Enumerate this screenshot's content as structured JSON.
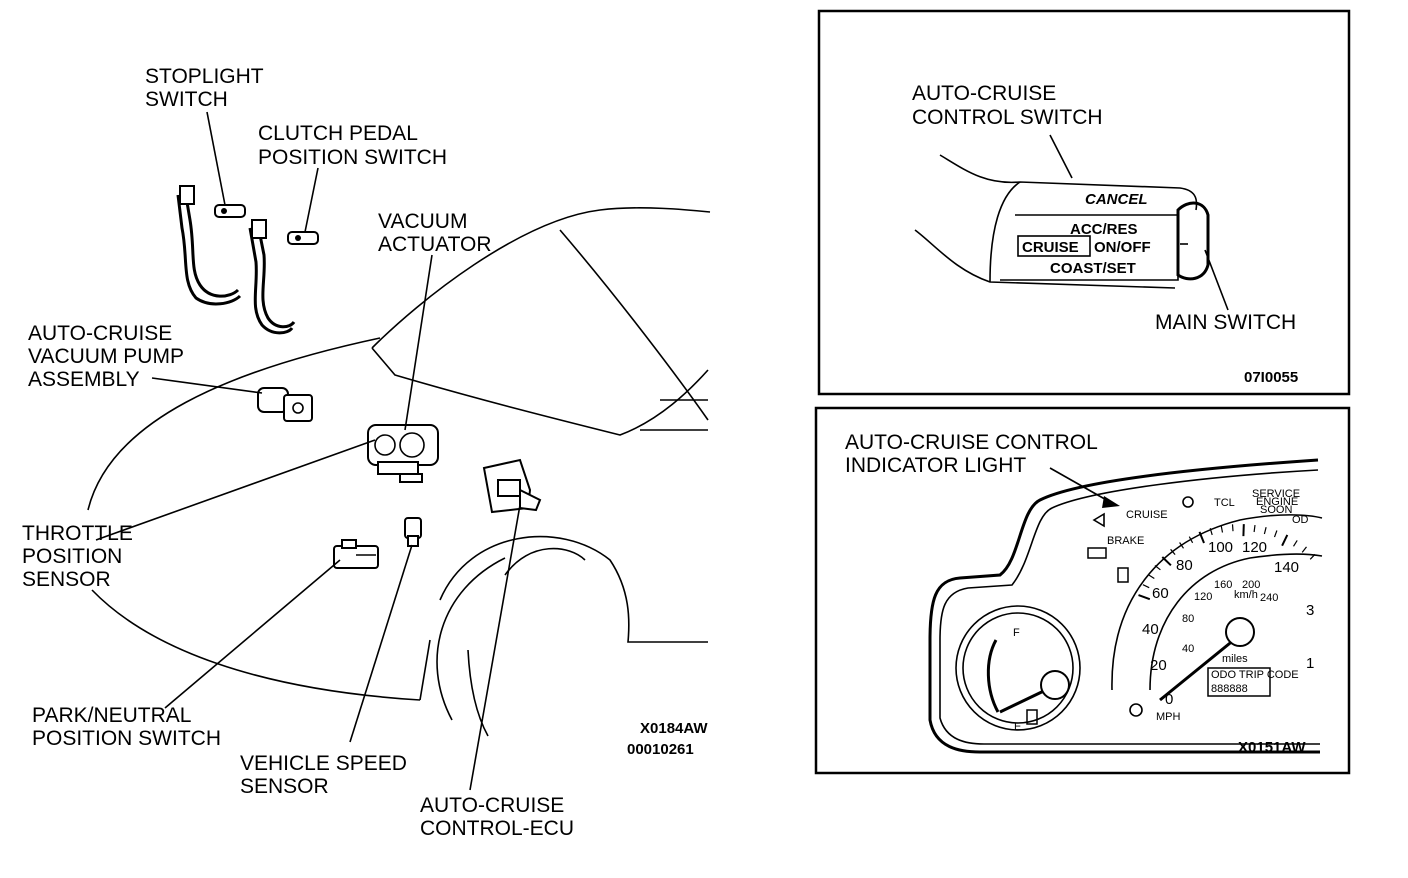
{
  "left_diagram": {
    "labels": {
      "stoplight_switch": [
        "STOPLIGHT",
        "SWITCH"
      ],
      "clutch_pedal_position_switch": [
        "CLUTCH PEDAL",
        "POSITION SWITCH"
      ],
      "vacuum_actuator": [
        "VACUUM",
        "ACTUATOR"
      ],
      "vacuum_pump_assembly": [
        "AUTO-CRUISE",
        "VACUUM PUMP",
        "ASSEMBLY"
      ],
      "throttle_position_sensor": [
        "THROTTLE",
        "POSITION",
        "SENSOR"
      ],
      "park_neutral_position_switch": [
        "PARK/NEUTRAL",
        "POSITION SWITCH"
      ],
      "vehicle_speed_sensor": [
        "VEHICLE SPEED",
        "SENSOR"
      ],
      "control_ecu": [
        "AUTO-CRUISE",
        "CONTROL-ECU"
      ]
    },
    "codes": [
      "X0184AW",
      "00010261"
    ]
  },
  "switch_panel": {
    "label": [
      "AUTO-CRUISE",
      "CONTROL SWITCH"
    ],
    "cancel": "CANCEL",
    "acc_res": "ACC/RES",
    "cruise": "CRUISE",
    "on_off": "ON/OFF",
    "coast_set": "COAST/SET",
    "main_switch": "MAIN SWITCH",
    "code": "07I0055"
  },
  "cluster_panel": {
    "label": [
      "AUTO-CRUISE  CONTROL",
      "INDICATOR LIGHT"
    ],
    "cruise": "CRUISE",
    "brake": "BRAKE",
    "tcl": "TCL",
    "service": [
      "SERVICE",
      "ENGINE",
      "SOON"
    ],
    "od": "OD",
    "mph": "MPH",
    "speed_marks": [
      "0",
      "20",
      "40",
      "60",
      "80",
      "100",
      "120",
      "140"
    ],
    "kmh_marks": [
      "120",
      "160",
      "200",
      "240"
    ],
    "inner_marks": [
      "40",
      "80"
    ],
    "kmh": "km/h",
    "miles": "miles",
    "odo_trip": "ODO TRIP CODE",
    "odometer": "888888",
    "fuel_full": "F",
    "fuel_empty": "E",
    "code": "X0151AW"
  }
}
